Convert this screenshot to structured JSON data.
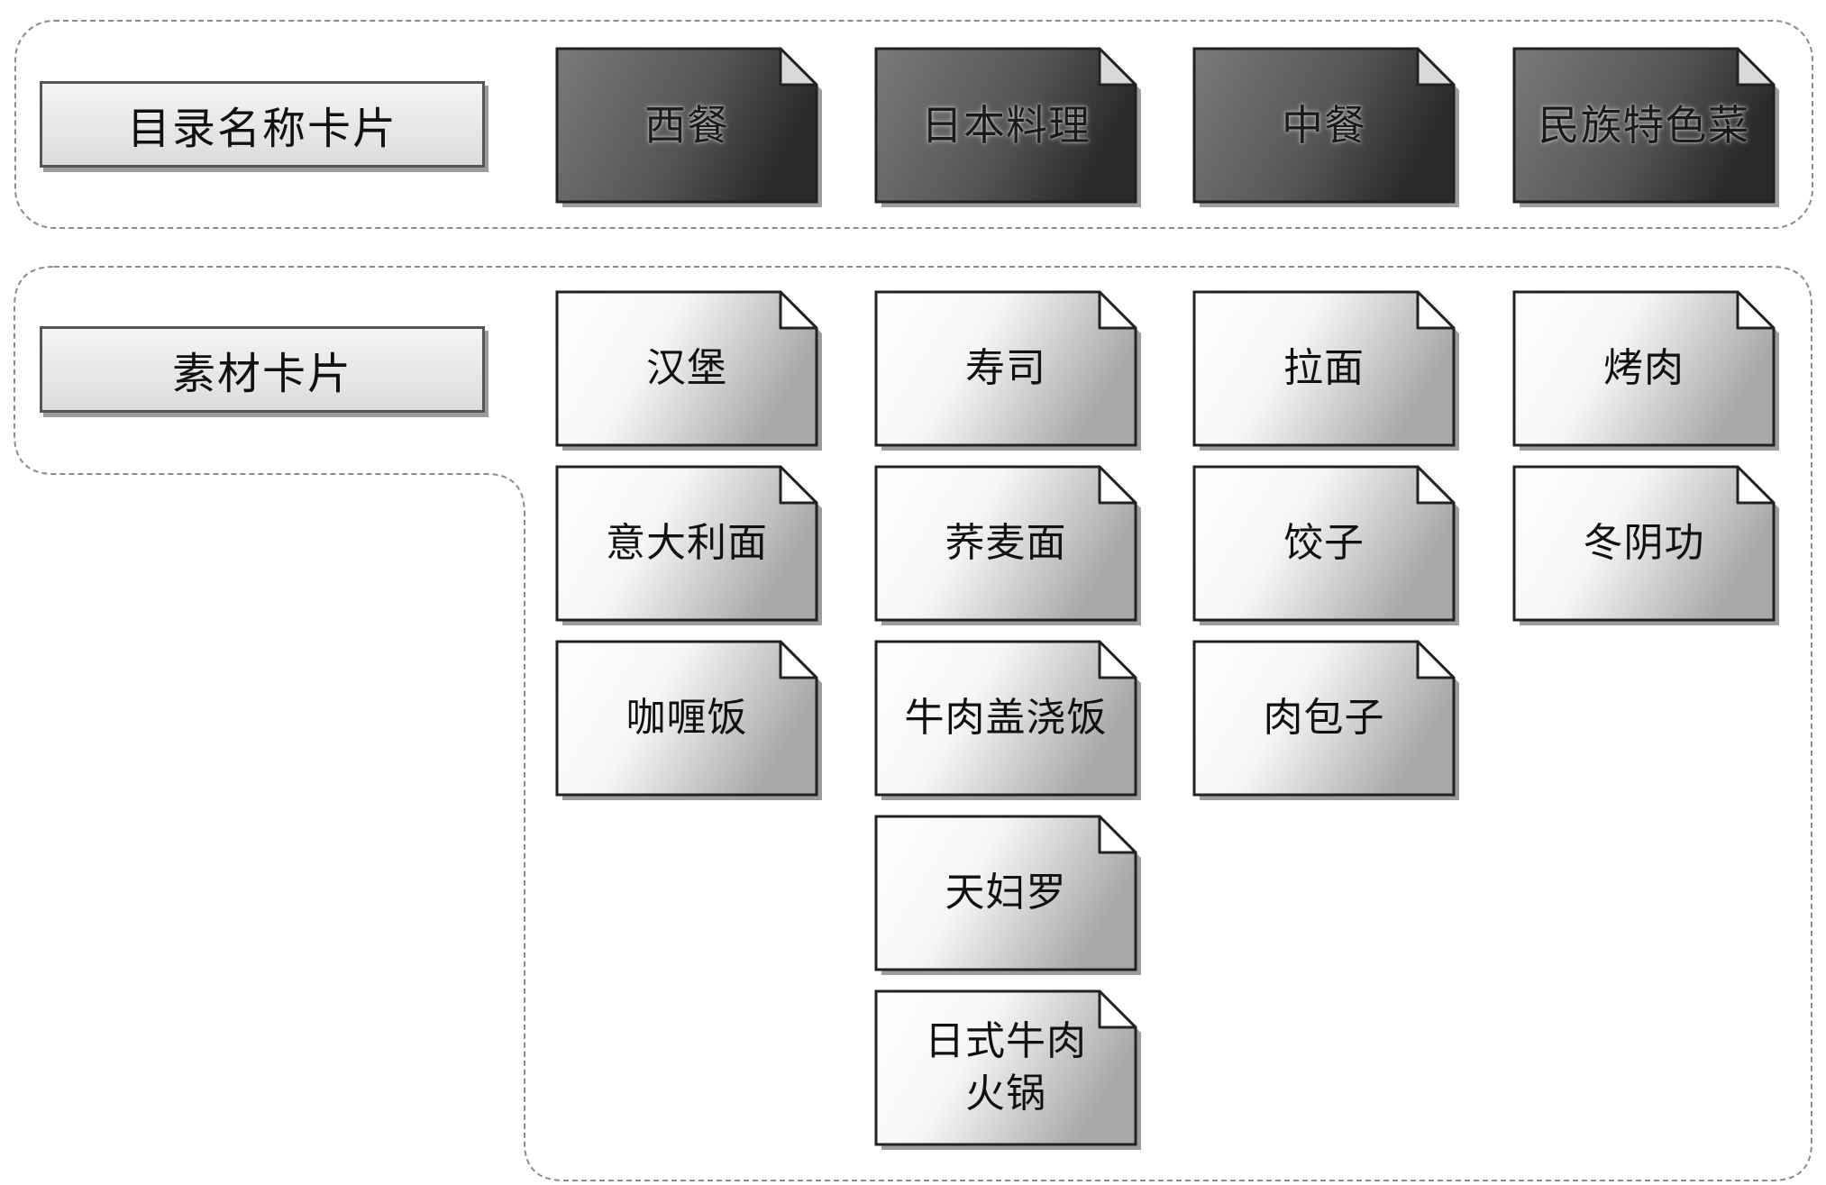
{
  "rows": {
    "catalog_label": "目录名称卡片",
    "material_label": "素材卡片"
  },
  "categories": [
    {
      "label": "西餐"
    },
    {
      "label": "日本料理"
    },
    {
      "label": "中餐"
    },
    {
      "label": "民族特色菜"
    }
  ],
  "columns": [
    {
      "items": [
        "汉堡",
        "意大利面",
        "咖喱饭"
      ]
    },
    {
      "items": [
        "寿司",
        "荞麦面",
        "牛肉盖浇饭",
        "天妇罗",
        "日式牛肉\n火锅"
      ]
    },
    {
      "items": [
        "拉面",
        "饺子",
        "肉包子"
      ]
    },
    {
      "items": [
        "烤肉",
        "冬阴功"
      ]
    }
  ],
  "colors": {
    "category_card": "#555555",
    "material_card": "#ffffff",
    "border": "#222222",
    "panel_border": "#8a8a8a"
  }
}
